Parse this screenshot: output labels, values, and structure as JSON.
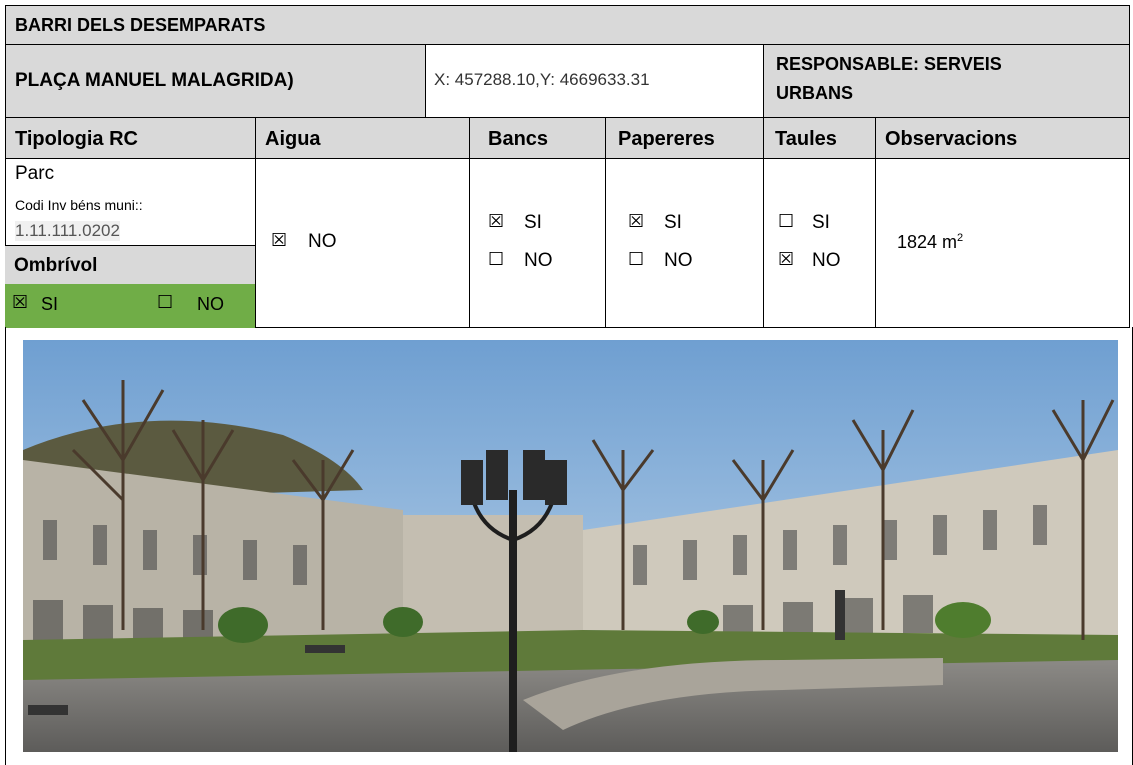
{
  "title": "BARRI DELS DESEMPARATS",
  "location": {
    "name": "PLAÇA MANUEL MALAGRIDA)",
    "coords": "X: 457288.10,Y: 4669633.31",
    "responsible_line1": "RESPONSABLE: SERVEIS",
    "responsible_line2": "URBANS"
  },
  "headers": {
    "tipologia": "Tipologia RC",
    "aigua": "Aigua",
    "bancs": "Bancs",
    "papereres": "Papereres",
    "taules": "Taules",
    "observacions": "Observacions"
  },
  "tipologia": {
    "value": "Parc",
    "codi_label": "Codi Inv béns muni::",
    "codi_value": "1.11.111.0202",
    "ombrivol_label": "Ombrívol",
    "ombrivol_si": "SI",
    "ombrivol_no": "NO",
    "ombrivol_selected": "SI"
  },
  "checkbox_glyphs": {
    "checked": "☒",
    "unchecked": "☐"
  },
  "aigua": {
    "label": "NO"
  },
  "bancs": {
    "si": "SI",
    "no": "NO",
    "selected": "SI"
  },
  "papereres": {
    "si": "SI",
    "no": "NO",
    "selected": "SI"
  },
  "taules": {
    "si": "SI",
    "no": "NO",
    "selected": "NO"
  },
  "observacions": {
    "area": "1824 m",
    "unit_sup": "2"
  },
  "colors": {
    "header_bg": "#d9d9d9",
    "ombrivol_green": "#70ad47",
    "sky": "#8fb8de",
    "grass": "#5f7a3a"
  },
  "photo": {
    "description_icon": "plaza-photo"
  }
}
